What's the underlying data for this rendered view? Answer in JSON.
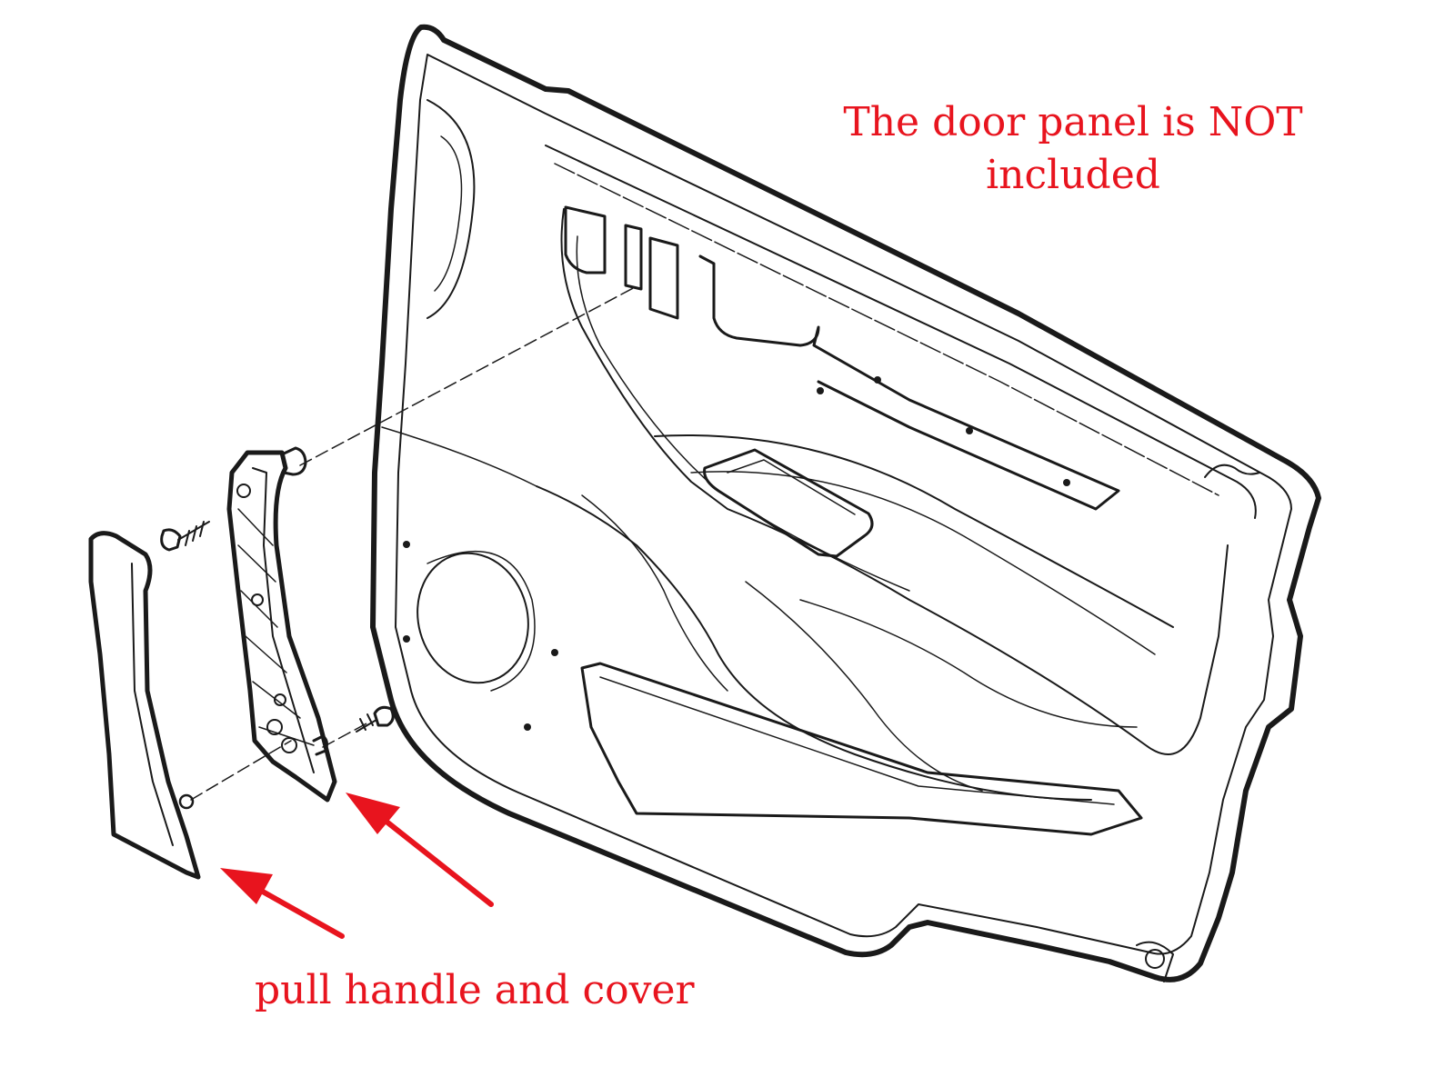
{
  "colors": {
    "annotation": "#e8141e",
    "line": "#1a1a1a",
    "background": "#ffffff"
  },
  "annotations": {
    "panel_note_line1": "The door panel is NOT",
    "panel_note_line2": "included",
    "parts_label": "pull handle and cover"
  },
  "parts": [
    {
      "id": "door-panel",
      "icon": "door-panel-drawing"
    },
    {
      "id": "pull-handle",
      "icon": "pull-handle-bracket-drawing"
    },
    {
      "id": "handle-cover",
      "icon": "handle-cover-drawing"
    },
    {
      "id": "screw-upper",
      "icon": "screw-icon"
    },
    {
      "id": "screw-lower",
      "icon": "screw-icon"
    }
  ]
}
